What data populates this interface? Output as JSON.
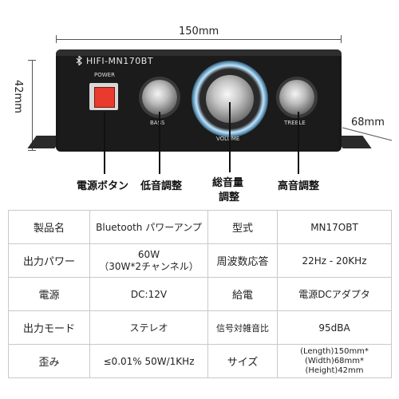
{
  "dimensions": {
    "width": "150mm",
    "height": "42mm",
    "depth": "68mm"
  },
  "device": {
    "model_label": "HIFI-MN170BT",
    "power_label": "POWER",
    "bass_label": "BASS",
    "volume_label": "VOLUME",
    "treble_label": "TREBLE"
  },
  "callouts": {
    "power_button": "電源ボタン",
    "bass_adjust": "低音調整",
    "volume_adjust_line1": "総音量",
    "volume_adjust_line2": "調整",
    "treble_adjust": "高音調整"
  },
  "spec_table": {
    "rows": [
      {
        "label1": "製品名",
        "value1": "Bluetooth パワーアンプ",
        "label2": "型式",
        "value2": "MN17OBT"
      },
      {
        "label1": "出力パワー",
        "value1_line1": "60W",
        "value1_line2": "（30W*2チャンネル）",
        "label2": "周波数応答",
        "value2": "22Hz - 20KHz"
      },
      {
        "label1": "電源",
        "value1": "DC:12V",
        "label2": "給電",
        "value2": "電源DCアダプタ"
      },
      {
        "label1": "出力モード",
        "value1": "ステレオ",
        "label2": "信号対雑音比",
        "value2": "95dBA"
      },
      {
        "label1": "歪み",
        "value1": "≤0.01% 50W/1KHz",
        "label2": "サイズ",
        "value2_line1": "(Length)150mm*",
        "value2_line2": "(Width)68mm*",
        "value2_line3": "(Height)42mm"
      }
    ]
  },
  "colors": {
    "amp_body": "#1b1b1b",
    "power_button": "#e83a2d",
    "volume_glow": "#bfe6ff"
  }
}
